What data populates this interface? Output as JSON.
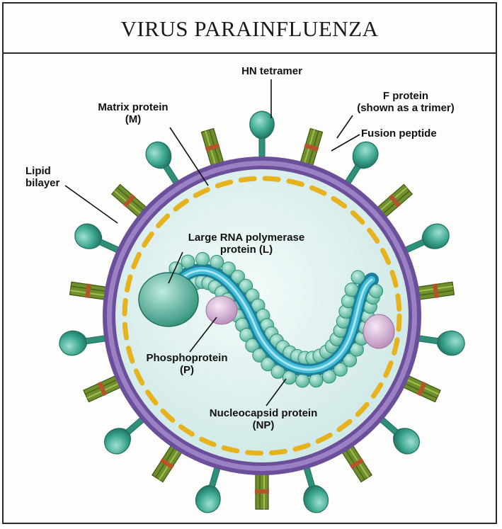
{
  "title": "VIRUS PARAINFLUENZA",
  "labels": {
    "hn_tetramer": "HN tetramer",
    "f_protein_line1": "F protein",
    "f_protein_line2": "(shown as a trimer)",
    "fusion_peptide": "Fusion peptide",
    "matrix_line1": "Matrix protein",
    "matrix_line2": "(M)",
    "lipid_line1": "Lipid",
    "lipid_line2": "bilayer",
    "polymerase_line1": "Large RNA polymerase",
    "polymerase_line2": "protein (L)",
    "phospho_line1": "Phosphoprotein",
    "phospho_line2": "(P)",
    "nucleo_line1": "Nucleocapsid protein",
    "nucleo_line2": "(NP)"
  },
  "colors": {
    "membrane": "#7a5aa6",
    "matrix": "#e6b21e",
    "hn": "#3aa58e",
    "f_protein": "#6f8e2c",
    "interior": "#e4f3f1",
    "rna": "#32a9c4",
    "phospho": "#d9b7d9"
  }
}
